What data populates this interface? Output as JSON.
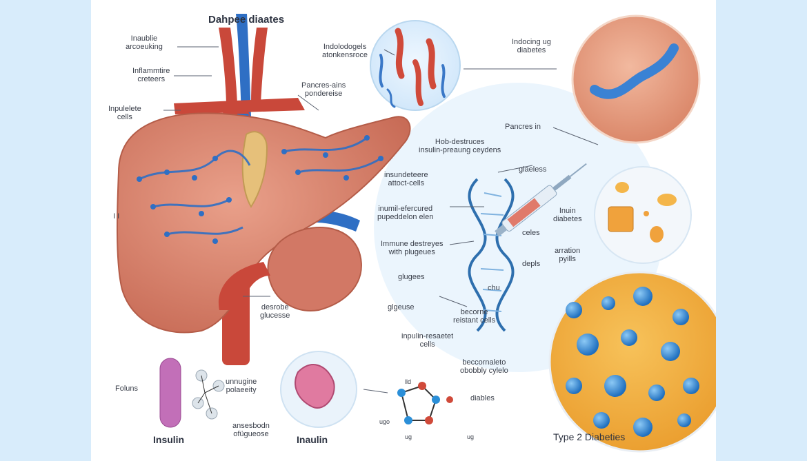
{
  "title": "Dahpee diaates",
  "labels": {
    "insulin_accoding": "Inaublie\narcoeuking",
    "inflammatory_creters": "Inflammtire\ncreteers",
    "insulin_cells": "Inpulelete\ncells",
    "pancreas_ponderese": "Pancres-ains\npondereise",
    "autoimmune_top": "Indolodogels\natonkensroce",
    "inducing_diabetes": "Indocing ug\ndiabetes",
    "pancreas_in": "Pancres in",
    "hob_destructs": "Hob-destruces\ninsulin-preaung ceydens",
    "insulin_select_cells": "insundeteere\nattoct-cells",
    "glucose_less": "glaeless",
    "immune_effected": "inumil-efercured\npupeddelon elen",
    "insulin_diabetes": "Inuin\ndiabetes",
    "cells_right": "celes",
    "immune_destroys": "Immune destreyes\nwith plugeues",
    "deps": "depls",
    "attention_pyils": "arration\npyills",
    "glucose_mid": "glugees",
    "chu": "chu",
    "glucose_low": "glgeuse",
    "describe_glucose": "desrobe\nglucesse",
    "become_resistant": "becorne\nreistant cells",
    "insulin_resistant": "inpulin-resaetet\ncells",
    "become_probably": "beccornaleto\nobobbly cylelo",
    "foluns": "Foluns",
    "unique_polarity": "unnugine\npolaeeity",
    "insulin_left": "Insulin",
    "absorption_glucose": "ansesbodn\nofügueose",
    "insulin_mid": "Inaulin",
    "diables": "diables",
    "type2": "Type 2 Diabeties",
    "mol_top": "lld",
    "mol_left": "ugo",
    "mol_bottom": "ug",
    "mol_bottom2": "ug",
    "marker_ii": "I I"
  },
  "colors": {
    "panel_bg": "#d8ecfb",
    "liver": "#d9826a",
    "vein_blue": "#2f6fc4",
    "artery_red": "#c9483a",
    "accent_orange": "#f0a23c",
    "cell_blue": "#2b8fd8"
  }
}
